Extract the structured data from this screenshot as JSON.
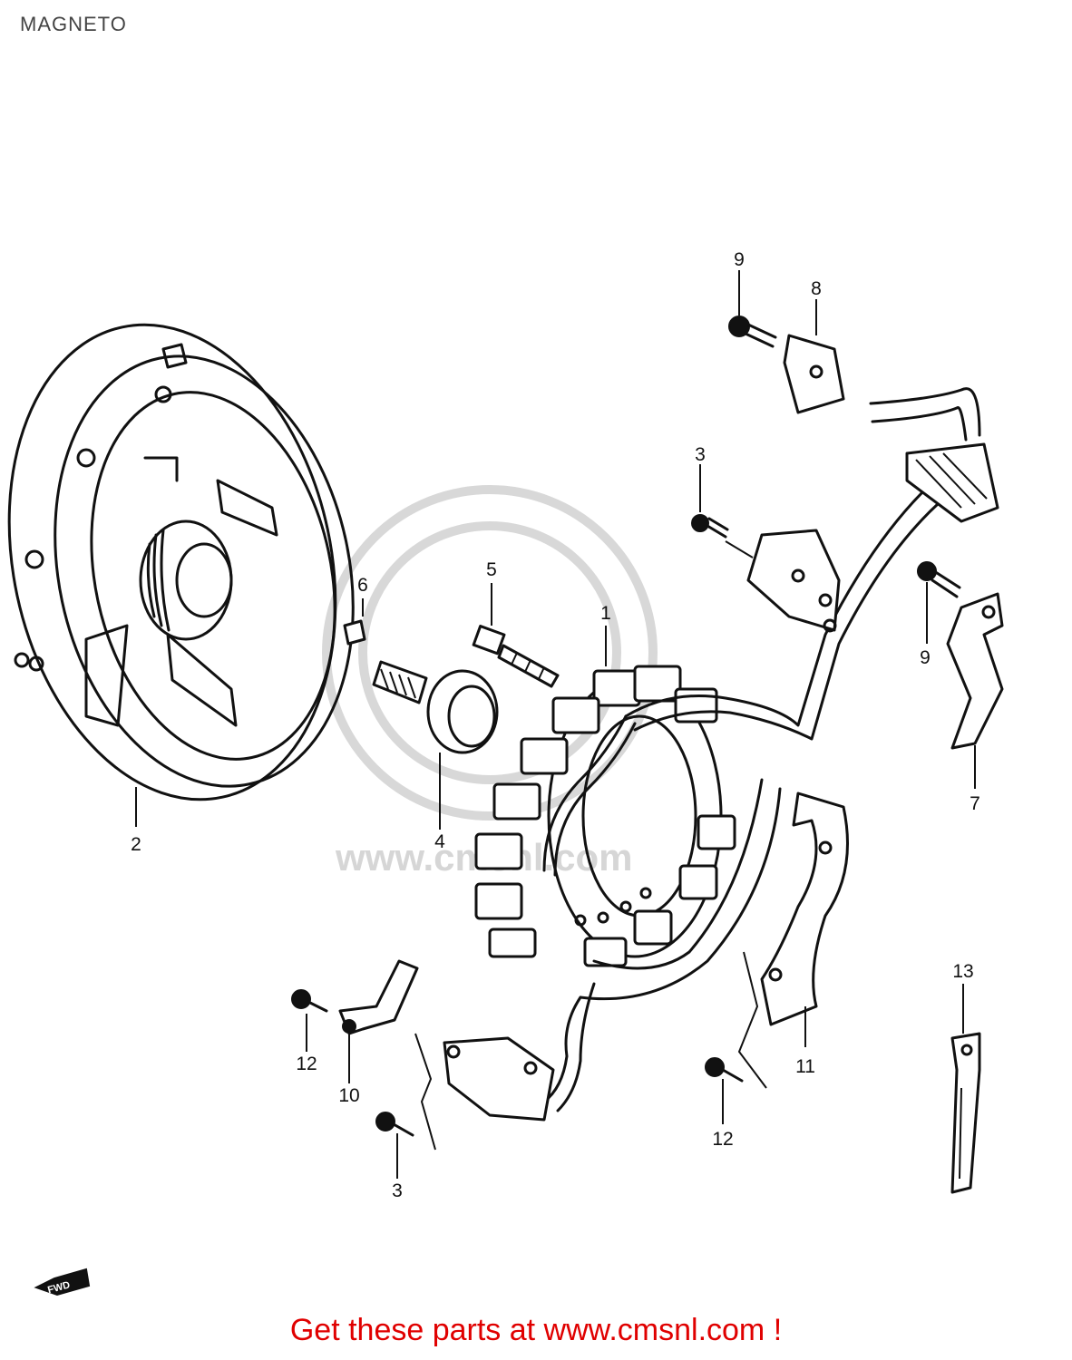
{
  "title": "MAGNETO",
  "footer": "Get these parts at www.cmsnl.com !",
  "watermark": "www.cmsnl.com",
  "fwd_label": "FWD",
  "callouts": {
    "c1": "1",
    "c2": "2",
    "c3a": "3",
    "c3b": "3",
    "c4": "4",
    "c5": "5",
    "c6": "6",
    "c7": "7",
    "c8": "8",
    "c9a": "9",
    "c9b": "9",
    "c10": "10",
    "c11": "11",
    "c12a": "12",
    "c12b": "12",
    "c13": "13"
  },
  "colors": {
    "footer_text": "#e00000",
    "line_art": "#111111",
    "watermark": "#d6d6d6"
  }
}
